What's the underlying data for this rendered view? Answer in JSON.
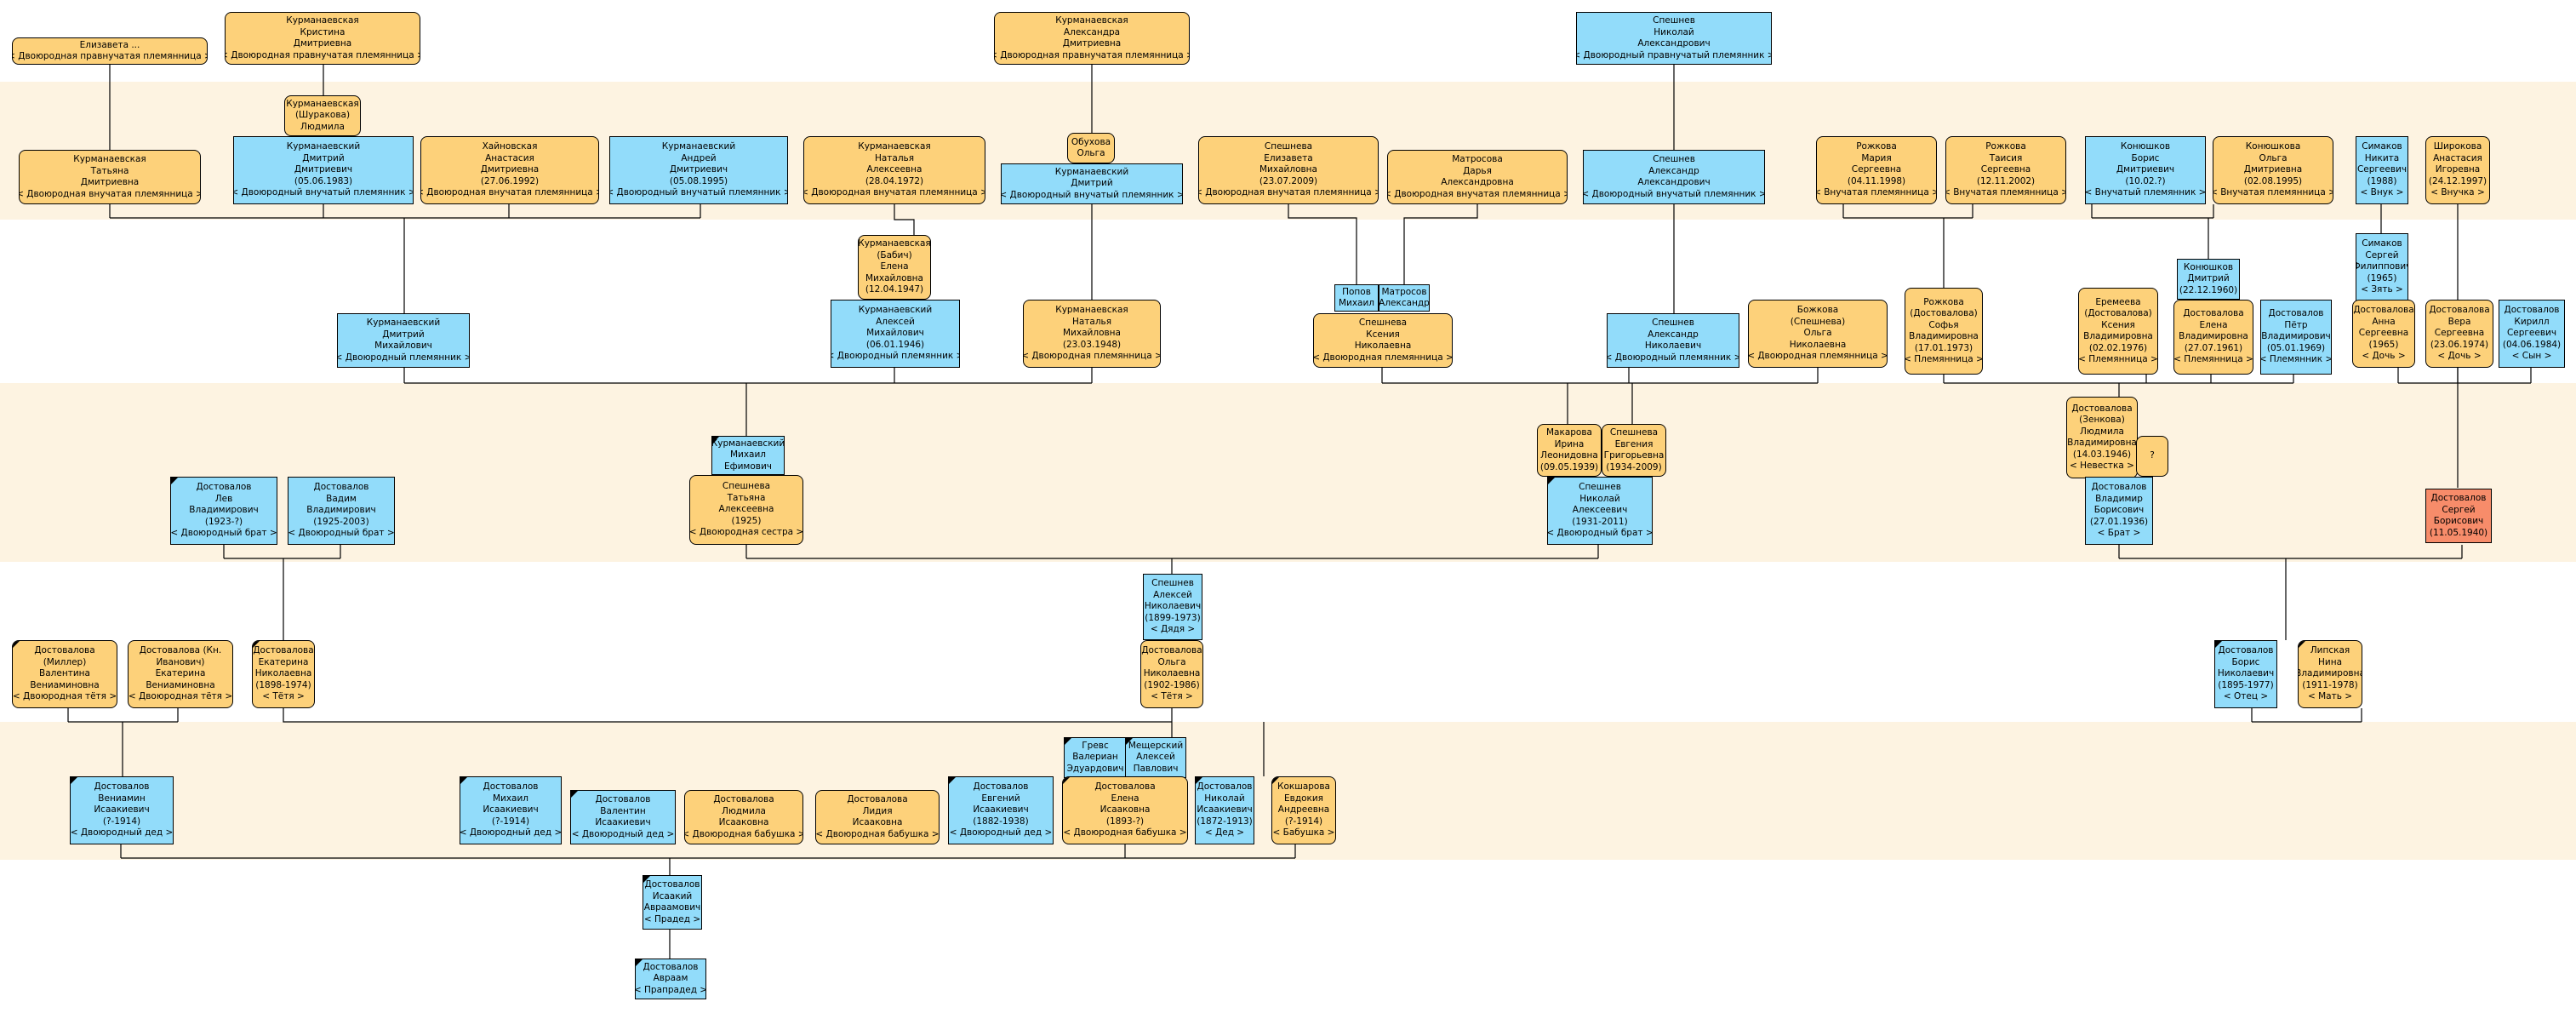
{
  "nodes": [
    {
      "id": "n1",
      "lines": [
        "Елизавета ...",
        "< Двоюродная правнучатая племянница >"
      ],
      "sex": "f",
      "marker": false
    },
    {
      "id": "n2",
      "lines": [
        "Курманаевская",
        "Кристина",
        "Дмитриевна",
        "< Двоюродная правнучатая племянница >"
      ],
      "sex": "f",
      "marker": false
    },
    {
      "id": "n3",
      "lines": [
        "Курманаевская",
        "Александра",
        "Дмитриевна",
        "< Двоюродная правнучатая племянница >"
      ],
      "sex": "f",
      "marker": false
    },
    {
      "id": "n4",
      "lines": [
        "Спешнев",
        "Николай",
        "Александрович",
        "< Двоюродный правнучатый племянник >"
      ],
      "sex": "m",
      "marker": false
    },
    {
      "id": "n5",
      "lines": [
        "Курманаевская",
        "(Шуракова)",
        "Людмила"
      ],
      "sex": "f",
      "marker": false
    },
    {
      "id": "n6",
      "lines": [
        "Обухова",
        "Ольга"
      ],
      "sex": "f",
      "marker": false
    },
    {
      "id": "n7",
      "lines": [
        "Курманаевская",
        "Татьяна",
        "Дмитриевна",
        "< Двоюродная внучатая племянница >"
      ],
      "sex": "f",
      "marker": false
    },
    {
      "id": "n8",
      "lines": [
        "Курманаевский",
        "Дмитрий",
        "Дмитриевич",
        "(05.06.1983)",
        "< Двоюродный внучатый племянник >"
      ],
      "sex": "m",
      "marker": false
    },
    {
      "id": "n9",
      "lines": [
        "Хайновская",
        "Анастасия",
        "Дмитриевна",
        "(27.06.1992)",
        "< Двоюродная внучатая племянница >"
      ],
      "sex": "f",
      "marker": false
    },
    {
      "id": "n10",
      "lines": [
        "Курманаевский",
        "Андрей",
        "Дмитриевич",
        "(05.08.1995)",
        "< Двоюродный внучатый племянник >"
      ],
      "sex": "m",
      "marker": false
    },
    {
      "id": "n11",
      "lines": [
        "Курманаевская",
        "Наталья",
        "Алексеевна",
        "(28.04.1972)",
        "< Двоюродная внучатая племянница >"
      ],
      "sex": "f",
      "marker": false
    },
    {
      "id": "n12",
      "lines": [
        "Курманаевский",
        "Дмитрий",
        "< Двоюродный внучатый племянник >"
      ],
      "sex": "m",
      "marker": false
    },
    {
      "id": "n13",
      "lines": [
        "Спешнева",
        "Елизавета",
        "Михайловна",
        "(23.07.2009)",
        "< Двоюродная внучатая племянница >"
      ],
      "sex": "f",
      "marker": false
    },
    {
      "id": "n14",
      "lines": [
        "Матросова",
        "Дарья",
        "Александровна",
        "< Двоюродная внучатая племянница >"
      ],
      "sex": "f",
      "marker": false
    },
    {
      "id": "n15",
      "lines": [
        "Спешнев",
        "Александр",
        "Александрович",
        "< Двоюродный внучатый племянник >"
      ],
      "sex": "m",
      "marker": false
    },
    {
      "id": "n16",
      "lines": [
        "Рожкова",
        "Мария",
        "Сергеевна",
        "(04.11.1998)",
        "< Внучатая племянница >"
      ],
      "sex": "f",
      "marker": false
    },
    {
      "id": "n17",
      "lines": [
        "Рожкова",
        "Таисия",
        "Сергеевна",
        "(12.11.2002)",
        "< Внучатая племянница >"
      ],
      "sex": "f",
      "marker": false
    },
    {
      "id": "n18",
      "lines": [
        "Конюшков",
        "Борис",
        "Дмитриевич",
        "(10.02.?)",
        "< Внучатый племянник >"
      ],
      "sex": "m",
      "marker": false
    },
    {
      "id": "n19",
      "lines": [
        "Конюшкова",
        "Ольга",
        "Дмитриевна",
        "(02.08.1995)",
        "< Внучатая племянница >"
      ],
      "sex": "f",
      "marker": false
    },
    {
      "id": "n20",
      "lines": [
        "Симаков",
        "Никита",
        "Сергеевич",
        "(1988)",
        "< Внук >"
      ],
      "sex": "m",
      "marker": false
    },
    {
      "id": "n21",
      "lines": [
        "Широкова",
        "Анастасия",
        "Игоревна",
        "(24.12.1997)",
        "< Внучка >"
      ],
      "sex": "f",
      "marker": false
    },
    {
      "id": "n22",
      "lines": [
        "Курманаевская",
        "(Бабич)",
        "Елена",
        "Михайловна",
        "(12.04.1947)"
      ],
      "sex": "f",
      "marker": false
    },
    {
      "id": "n23",
      "lines": [
        "Конюшков",
        "Дмитрий",
        "(22.12.1960)"
      ],
      "sex": "m",
      "marker": false
    },
    {
      "id": "n24",
      "lines": [
        "Симаков",
        "Сергей",
        "Филиппович",
        "(1965)",
        "< Зять >"
      ],
      "sex": "m",
      "marker": false
    },
    {
      "id": "n25",
      "lines": [
        "Попов",
        "Михаил"
      ],
      "sex": "m",
      "marker": false
    },
    {
      "id": "n26",
      "lines": [
        "Матросов",
        "Александр"
      ],
      "sex": "m",
      "marker": false
    },
    {
      "id": "n27",
      "lines": [
        "Курманаевский",
        "Дмитрий",
        "Михайлович",
        "< Двоюродный племянник >"
      ],
      "sex": "m",
      "marker": false
    },
    {
      "id": "n28",
      "lines": [
        "Курманаевский",
        "Алексей",
        "Михайлович",
        "(06.01.1946)",
        "< Двоюродный племянник >"
      ],
      "sex": "m",
      "marker": false
    },
    {
      "id": "n29",
      "lines": [
        "Курманаевская",
        "Наталья",
        "Михайловна",
        "(23.03.1948)",
        "< Двоюродная племянница >"
      ],
      "sex": "f",
      "marker": false
    },
    {
      "id": "n30",
      "lines": [
        "Спешнева",
        "Ксения",
        "Николаевна",
        "< Двоюродная племянница >"
      ],
      "sex": "f",
      "marker": false
    },
    {
      "id": "n31",
      "lines": [
        "Спешнев",
        "Александр",
        "Николаевич",
        "< Двоюродный племянник >"
      ],
      "sex": "m",
      "marker": false
    },
    {
      "id": "n32",
      "lines": [
        "Божкова",
        "(Спешнева)",
        "Ольга",
        "Николаевна",
        "< Двоюродная племянница >"
      ],
      "sex": "f",
      "marker": false
    },
    {
      "id": "n33",
      "lines": [
        "Рожкова",
        "(Достовалова)",
        "Софья",
        "Владимировна",
        "(17.01.1973)",
        "< Племянница >"
      ],
      "sex": "f",
      "marker": false
    },
    {
      "id": "n34",
      "lines": [
        "Еремеева",
        "(Достовалова)",
        "Ксения",
        "Владимировна",
        "(02.02.1976)",
        "< Племянница >"
      ],
      "sex": "f",
      "marker": false
    },
    {
      "id": "n35",
      "lines": [
        "Достовалова",
        "Елена",
        "Владимировна",
        "(27.07.1961)",
        "< Племянница >"
      ],
      "sex": "f",
      "marker": false
    },
    {
      "id": "n36",
      "lines": [
        "Достовалов",
        "Пётр",
        "Владимирович",
        "(05.01.1969)",
        "< Племянник >"
      ],
      "sex": "m",
      "marker": false
    },
    {
      "id": "n37",
      "lines": [
        "Достовалова",
        "Анна",
        "Сергеевна",
        "(1965)",
        "< Дочь >"
      ],
      "sex": "f",
      "marker": false
    },
    {
      "id": "n38",
      "lines": [
        "Достовалова",
        "Вера",
        "Сергеевна",
        "(23.06.1974)",
        "< Дочь >"
      ],
      "sex": "f",
      "marker": false
    },
    {
      "id": "n39",
      "lines": [
        "Достовалов",
        "Кирилл",
        "Сергеевич",
        "(04.06.1984)",
        "< Сын >"
      ],
      "sex": "m",
      "marker": false
    },
    {
      "id": "n40",
      "lines": [
        "Курманаевский",
        "Михаил",
        "Ефимович"
      ],
      "sex": "m",
      "marker": true
    },
    {
      "id": "n41",
      "lines": [
        "Макарова",
        "Ирина",
        "Леонидовна",
        "(09.05.1939)"
      ],
      "sex": "f",
      "marker": false
    },
    {
      "id": "n42",
      "lines": [
        "Спешнева",
        "Евгения",
        "Григорьевна",
        "(1934-2009)"
      ],
      "sex": "f",
      "marker": false
    },
    {
      "id": "n43",
      "lines": [
        "Достовалова",
        "(Зенкова)",
        "Людмила",
        "Владимировна",
        "(14.03.1946)",
        "< Невестка >"
      ],
      "sex": "f",
      "marker": false
    },
    {
      "id": "n44",
      "lines": [
        "?"
      ],
      "sex": "f",
      "marker": false
    },
    {
      "id": "n45",
      "lines": [
        "Достовалов",
        "Лев",
        "Владимирович",
        "(1923-?)",
        "< Двоюродный брат >"
      ],
      "sex": "m",
      "marker": true
    },
    {
      "id": "n46",
      "lines": [
        "Достовалов",
        "Вадим",
        "Владимирович",
        "(1925-2003)",
        "< Двоюродный брат >"
      ],
      "sex": "m",
      "marker": false
    },
    {
      "id": "n47",
      "lines": [
        "Спешнева",
        "Татьяна",
        "Алексеевна",
        "(1925)",
        "< Двоюродная сестра >"
      ],
      "sex": "f",
      "marker": false
    },
    {
      "id": "n48",
      "lines": [
        "Спешнев",
        "Николай",
        "Алексеевич",
        "(1931-2011)",
        "< Двоюродный брат >"
      ],
      "sex": "m",
      "marker": true
    },
    {
      "id": "n49",
      "lines": [
        "Достовалов",
        "Владимир",
        "Борисович",
        "(27.01.1936)",
        "< Брат >"
      ],
      "sex": "m",
      "marker": false
    },
    {
      "id": "n50",
      "lines": [
        "Достовалов",
        "Сергей",
        "Борисович",
        "(11.05.1940)"
      ],
      "sex": "p",
      "marker": false
    },
    {
      "id": "n51",
      "lines": [
        "Спешнев",
        "Алексей",
        "Николаевич",
        "(1899-1973)",
        "< Дядя >"
      ],
      "sex": "m",
      "marker": false
    },
    {
      "id": "n52",
      "lines": [
        "Достовалова",
        "(Миллер)",
        "Валентина",
        "Вениаминовна",
        "< Двоюродная тётя >"
      ],
      "sex": "f",
      "marker": true
    },
    {
      "id": "n53",
      "lines": [
        "Достовалова (Кн.",
        "Иванович)",
        "Екатерина",
        "Вениаминовна",
        "< Двоюродная тётя >"
      ],
      "sex": "f",
      "marker": false
    },
    {
      "id": "n54",
      "lines": [
        "Достовалова",
        "Екатерина",
        "Николаевна",
        "(1898-1974)",
        "< Тётя >"
      ],
      "sex": "f",
      "marker": true
    },
    {
      "id": "n55",
      "lines": [
        "Достовалова",
        "Ольга",
        "Николаевна",
        "(1902-1986)",
        "< Тётя >"
      ],
      "sex": "f",
      "marker": false
    },
    {
      "id": "n56",
      "lines": [
        "Достовалов",
        "Борис",
        "Николаевич",
        "(1895-1977)",
        "< Отец >"
      ],
      "sex": "m",
      "marker": true
    },
    {
      "id": "n57",
      "lines": [
        "Липская",
        "Нина",
        "Владимировна",
        "(1911-1978)",
        "< Мать >"
      ],
      "sex": "f",
      "marker": true
    },
    {
      "id": "n58",
      "lines": [
        "Гревс",
        "Валериан",
        "Эдуардович"
      ],
      "sex": "m",
      "marker": true
    },
    {
      "id": "n59",
      "lines": [
        "Мещерский",
        "Алексей",
        "Павлович"
      ],
      "sex": "m",
      "marker": true
    },
    {
      "id": "n60",
      "lines": [
        "Достовалов",
        "Вениамин",
        "Исаакиевич",
        "(?-1914)",
        "< Двоюродный дед >"
      ],
      "sex": "m",
      "marker": true
    },
    {
      "id": "n61",
      "lines": [
        "Достовалов",
        "Михаил",
        "Исаакиевич",
        "(?-1914)",
        "< Двоюродный дед >"
      ],
      "sex": "m",
      "marker": true
    },
    {
      "id": "n62",
      "lines": [
        "Достовалов",
        "Валентин",
        "Исаакиевич",
        "< Двоюродный дед >"
      ],
      "sex": "m",
      "marker": true
    },
    {
      "id": "n63",
      "lines": [
        "Достовалова",
        "Людмила",
        "Исааковна",
        "< Двоюродная бабушка >"
      ],
      "sex": "f",
      "marker": false
    },
    {
      "id": "n64",
      "lines": [
        "Достовалова",
        "Лидия",
        "Исааковна",
        "< Двоюродная бабушка >"
      ],
      "sex": "f",
      "marker": false
    },
    {
      "id": "n65",
      "lines": [
        "Достовалов",
        "Евгений",
        "Исаакиевич",
        "(1882-1938)",
        "< Двоюродный дед >"
      ],
      "sex": "m",
      "marker": true
    },
    {
      "id": "n66",
      "lines": [
        "Достовалова",
        "Елена",
        "Исааковна",
        "(1893-?)",
        "< Двоюродная бабушка >"
      ],
      "sex": "f",
      "marker": true
    },
    {
      "id": "n67",
      "lines": [
        "Достовалов",
        "Николай",
        "Исаакиевич",
        "(1872-1913)",
        "< Дед >"
      ],
      "sex": "m",
      "marker": true
    },
    {
      "id": "n68",
      "lines": [
        "Кокшарова",
        "Евдокия",
        "Андреевна",
        "(?-1914)",
        "< Бабушка >"
      ],
      "sex": "f",
      "marker": true
    },
    {
      "id": "n69",
      "lines": [
        "Достовалов",
        "Исаакий",
        "Авраамович",
        "< Прадед >"
      ],
      "sex": "m",
      "marker": true
    },
    {
      "id": "n70",
      "lines": [
        "Достовалов",
        "Авраам",
        "< Прапрадед >"
      ],
      "sex": "m",
      "marker": true
    }
  ]
}
